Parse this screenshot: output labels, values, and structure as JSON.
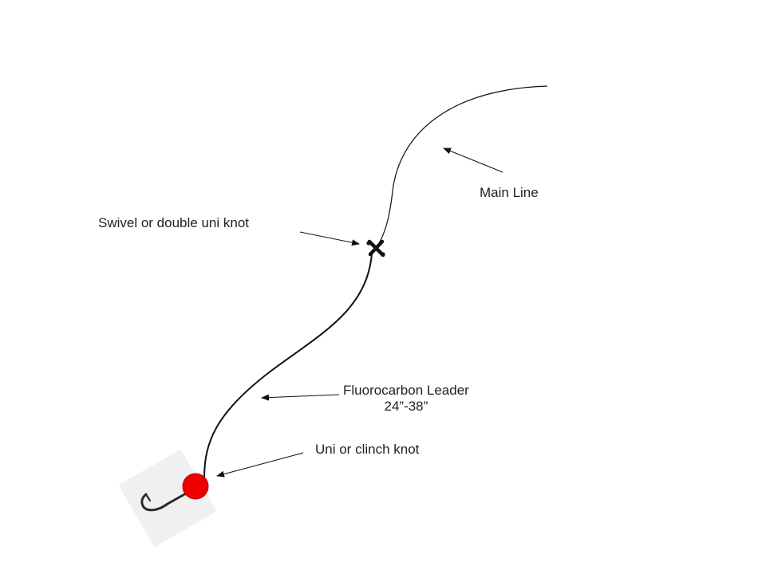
{
  "labels": {
    "main_line": "Main Line",
    "swivel": "Swivel or double uni knot",
    "leader_name": "Fluorocarbon Leader",
    "leader_length": "24”-38”",
    "uni_knot": "Uni or clinch knot"
  },
  "colors": {
    "line": "#111111",
    "bead": "#ee0000",
    "hook_backdrop": "#f0f0f0",
    "hook_metal": "#2a2a2a",
    "text": "#222222"
  },
  "icons": {
    "swivel": "swivel-knot-icon",
    "bead": "red-bead-icon",
    "hook": "fish-hook-icon"
  }
}
